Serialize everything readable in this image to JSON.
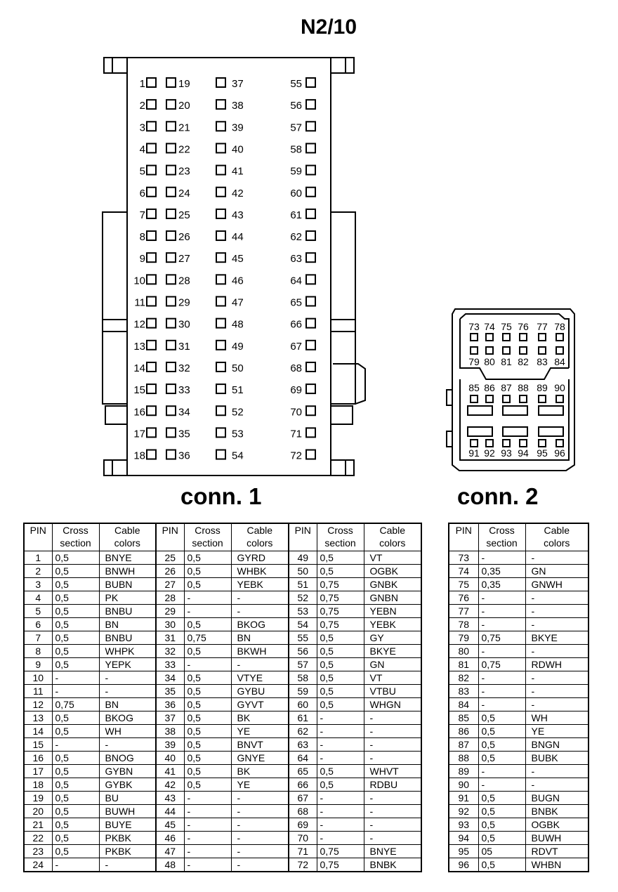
{
  "title": "N2/10",
  "conn1_label": "conn. 1",
  "conn2_label": "conn. 2",
  "conn1_rows": [
    [
      "1",
      "19",
      "37",
      "55"
    ],
    [
      "2",
      "20",
      "38",
      "56"
    ],
    [
      "3",
      "21",
      "39",
      "57"
    ],
    [
      "4",
      "22",
      "40",
      "58"
    ],
    [
      "5",
      "23",
      "41",
      "59"
    ],
    [
      "6",
      "24",
      "42",
      "60"
    ],
    [
      "7",
      "25",
      "43",
      "61"
    ],
    [
      "8",
      "26",
      "44",
      "62"
    ],
    [
      "9",
      "27",
      "45",
      "63"
    ],
    [
      "10",
      "28",
      "46",
      "64"
    ],
    [
      "11",
      "29",
      "47",
      "65"
    ],
    [
      "12",
      "30",
      "48",
      "66"
    ],
    [
      "13",
      "31",
      "49",
      "67"
    ],
    [
      "14",
      "32",
      "50",
      "68"
    ],
    [
      "15",
      "33",
      "51",
      "69"
    ],
    [
      "16",
      "34",
      "52",
      "70"
    ],
    [
      "17",
      "35",
      "53",
      "71"
    ],
    [
      "18",
      "36",
      "54",
      "72"
    ]
  ],
  "conn2_top_labels": [
    "73",
    "74",
    "75",
    "76",
    "77",
    "78"
  ],
  "conn2_mid_labels": [
    "79",
    "80",
    "81",
    "82",
    "83",
    "84"
  ],
  "conn2_lower_labels": [
    "85",
    "86",
    "87",
    "88",
    "89",
    "90"
  ],
  "conn2_bottom_labels": [
    "91",
    "92",
    "93",
    "94",
    "95",
    "96"
  ],
  "table": {
    "headers": {
      "pin": "PIN",
      "cross": [
        "Cross",
        "section"
      ],
      "colors": [
        "Cable",
        "colors"
      ]
    },
    "conn1": [
      [
        [
          "1",
          "0,5",
          "BNYE"
        ],
        [
          "25",
          "0,5",
          "GYRD"
        ],
        [
          "49",
          "0,5",
          "VT"
        ]
      ],
      [
        [
          "2",
          "0,5",
          "BNWH"
        ],
        [
          "26",
          "0,5",
          "WHBK"
        ],
        [
          "50",
          "0,5",
          "OGBK"
        ]
      ],
      [
        [
          "3",
          "0,5",
          "BUBN"
        ],
        [
          "27",
          "0,5",
          "YEBK"
        ],
        [
          "51",
          "0,75",
          "GNBK"
        ]
      ],
      [
        [
          "4",
          "0,5",
          "PK"
        ],
        [
          "28",
          "-",
          "-"
        ],
        [
          "52",
          "0,75",
          "GNBN"
        ]
      ],
      [
        [
          "5",
          "0,5",
          "BNBU"
        ],
        [
          "29",
          "-",
          "-"
        ],
        [
          "53",
          "0,75",
          "YEBN"
        ]
      ],
      [
        [
          "6",
          "0,5",
          "BN"
        ],
        [
          "30",
          "0,5",
          "BKOG"
        ],
        [
          "54",
          "0,75",
          "YEBK"
        ]
      ],
      [
        [
          "7",
          "0,5",
          "BNBU"
        ],
        [
          "31",
          "0,75",
          "BN"
        ],
        [
          "55",
          "0,5",
          "GY"
        ]
      ],
      [
        [
          "8",
          "0,5",
          "WHPK"
        ],
        [
          "32",
          "0,5",
          "BKWH"
        ],
        [
          "56",
          "0,5",
          "BKYE"
        ]
      ],
      [
        [
          "9",
          "0,5",
          "YEPK"
        ],
        [
          "33",
          "-",
          "-"
        ],
        [
          "57",
          "0,5",
          "GN"
        ]
      ],
      [
        [
          "10",
          "-",
          "-"
        ],
        [
          "34",
          "0,5",
          "VTYE"
        ],
        [
          "58",
          "0,5",
          "VT"
        ]
      ],
      [
        [
          "11",
          "-",
          "-"
        ],
        [
          "35",
          "0,5",
          "GYBU"
        ],
        [
          "59",
          "0,5",
          "VTBU"
        ]
      ],
      [
        [
          "12",
          "0,75",
          "BN"
        ],
        [
          "36",
          "0,5",
          "GYVT"
        ],
        [
          "60",
          "0,5",
          "WHGN"
        ]
      ],
      [
        [
          "13",
          "0,5",
          "BKOG"
        ],
        [
          "37",
          "0,5",
          "BK"
        ],
        [
          "61",
          "-",
          "-"
        ]
      ],
      [
        [
          "14",
          "0,5",
          "WH"
        ],
        [
          "38",
          "0,5",
          "YE"
        ],
        [
          "62",
          "-",
          "-"
        ]
      ],
      [
        [
          "15",
          "-",
          "-"
        ],
        [
          "39",
          "0,5",
          "BNVT"
        ],
        [
          "63",
          "-",
          "-"
        ]
      ],
      [
        [
          "16",
          "0,5",
          "BNOG"
        ],
        [
          "40",
          "0,5",
          "GNYE"
        ],
        [
          "64",
          "-",
          "-"
        ]
      ],
      [
        [
          "17",
          "0,5",
          "GYBN"
        ],
        [
          "41",
          "0,5",
          "BK"
        ],
        [
          "65",
          "0,5",
          "WHVT"
        ]
      ],
      [
        [
          "18",
          "0,5",
          "GYBK"
        ],
        [
          "42",
          "0,5",
          "YE"
        ],
        [
          "66",
          "0,5",
          "RDBU"
        ]
      ],
      [
        [
          "19",
          "0,5",
          "BU"
        ],
        [
          "43",
          "-",
          "-"
        ],
        [
          "67",
          "-",
          "-"
        ]
      ],
      [
        [
          "20",
          "0,5",
          "BUWH"
        ],
        [
          "44",
          "-",
          "-"
        ],
        [
          "68",
          "-",
          "-"
        ]
      ],
      [
        [
          "21",
          "0,5",
          "BUYE"
        ],
        [
          "45",
          "-",
          "-"
        ],
        [
          "69",
          "-",
          "-"
        ]
      ],
      [
        [
          "22",
          "0,5",
          "PKBK"
        ],
        [
          "46",
          "-",
          "-"
        ],
        [
          "70",
          "-",
          "-"
        ]
      ],
      [
        [
          "23",
          "0,5",
          "PKBK"
        ],
        [
          "47",
          "-",
          "-"
        ],
        [
          "71",
          "0,75",
          "BNYE"
        ]
      ],
      [
        [
          "24",
          "-",
          "-"
        ],
        [
          "48",
          "-",
          "-"
        ],
        [
          "72",
          "0,75",
          "BNBK"
        ]
      ]
    ],
    "conn2": [
      [
        "73",
        "-",
        "-"
      ],
      [
        "74",
        "0,35",
        "GN"
      ],
      [
        "75",
        "0,35",
        "GNWH"
      ],
      [
        "76",
        "-",
        "-"
      ],
      [
        "77",
        "-",
        "-"
      ],
      [
        "78",
        "-",
        "-"
      ],
      [
        "79",
        "0,75",
        "BKYE"
      ],
      [
        "80",
        "-",
        "-"
      ],
      [
        "81",
        "0,75",
        "RDWH"
      ],
      [
        "82",
        "-",
        "-"
      ],
      [
        "83",
        "-",
        "-"
      ],
      [
        "84",
        "-",
        "-"
      ],
      [
        "85",
        "0,5",
        "WH"
      ],
      [
        "86",
        "0,5",
        "YE"
      ],
      [
        "87",
        "0,5",
        "BNGN"
      ],
      [
        "88",
        "0,5",
        "BUBK"
      ],
      [
        "89",
        "-",
        "-"
      ],
      [
        "90",
        "-",
        "-"
      ],
      [
        "91",
        "0,5",
        "BUGN"
      ],
      [
        "92",
        "0,5",
        "BNBK"
      ],
      [
        "93",
        "0,5",
        "OGBK"
      ],
      [
        "94",
        "0,5",
        "BUWH"
      ],
      [
        "95",
        "05",
        "RDVT"
      ],
      [
        "96",
        "0,5",
        "WHBN"
      ]
    ]
  }
}
